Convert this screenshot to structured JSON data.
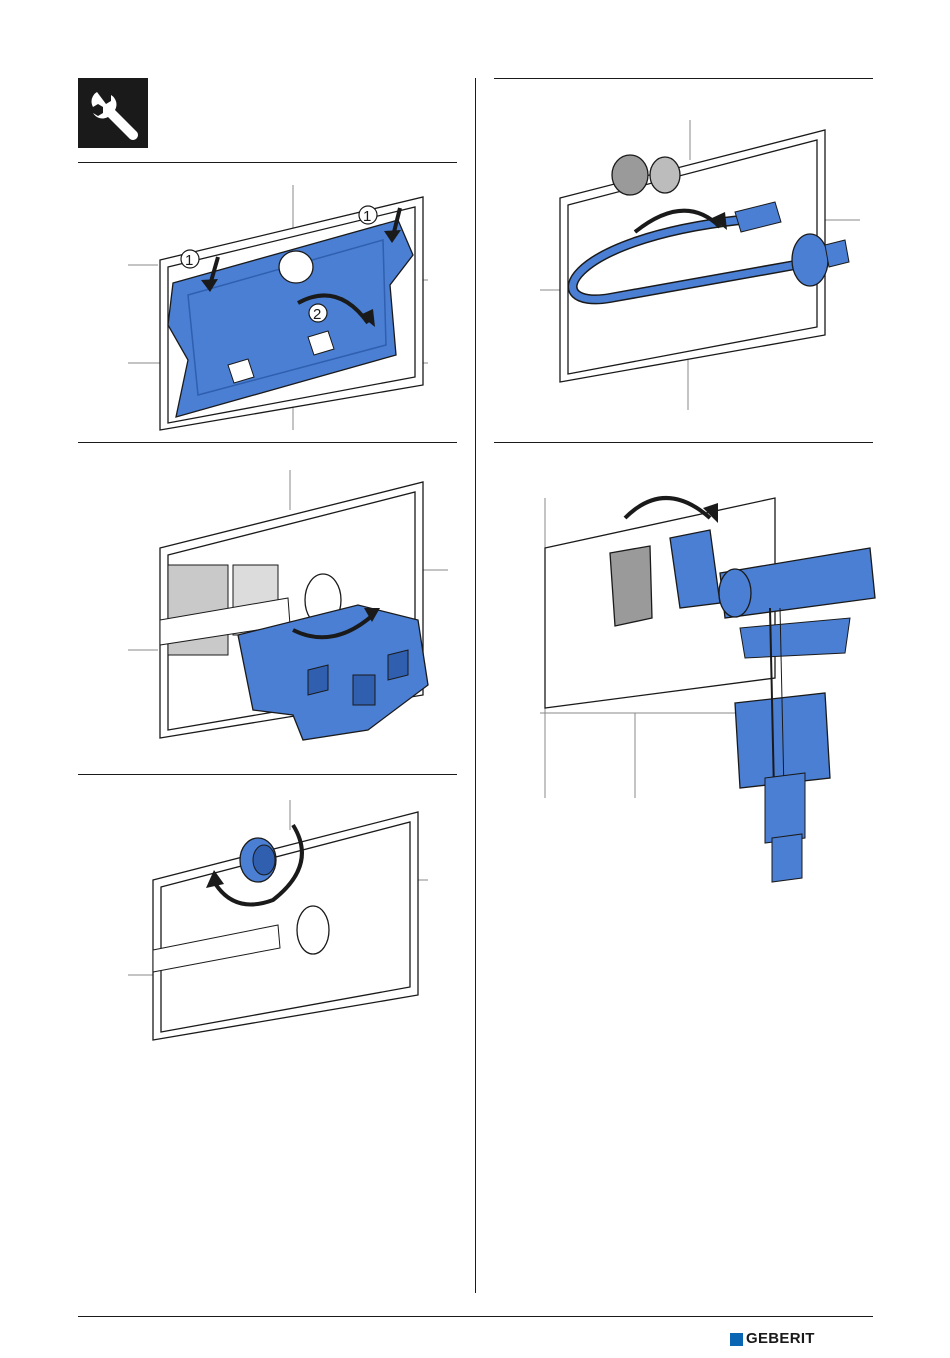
{
  "header": {
    "tool_icon": "wrench-icon"
  },
  "steps": [
    {
      "id": "step-1",
      "description_icon": "remove-cover-plate",
      "callouts": [
        "1",
        "1",
        "2"
      ]
    },
    {
      "id": "step-2",
      "description_icon": "remove-bracket"
    },
    {
      "id": "step-3",
      "description_icon": "close-stop-valve"
    },
    {
      "id": "step-4",
      "description_icon": "disconnect-hose"
    },
    {
      "id": "step-5",
      "description_icon": "remove-fill-valve"
    }
  ],
  "colors": {
    "part_blue": "#4a7fd4",
    "part_blue_dark": "#2f5fae",
    "line": "#1a1a1a",
    "brand_blue": "#0a65b3"
  },
  "footer": {
    "brand": "GEBERIT"
  }
}
